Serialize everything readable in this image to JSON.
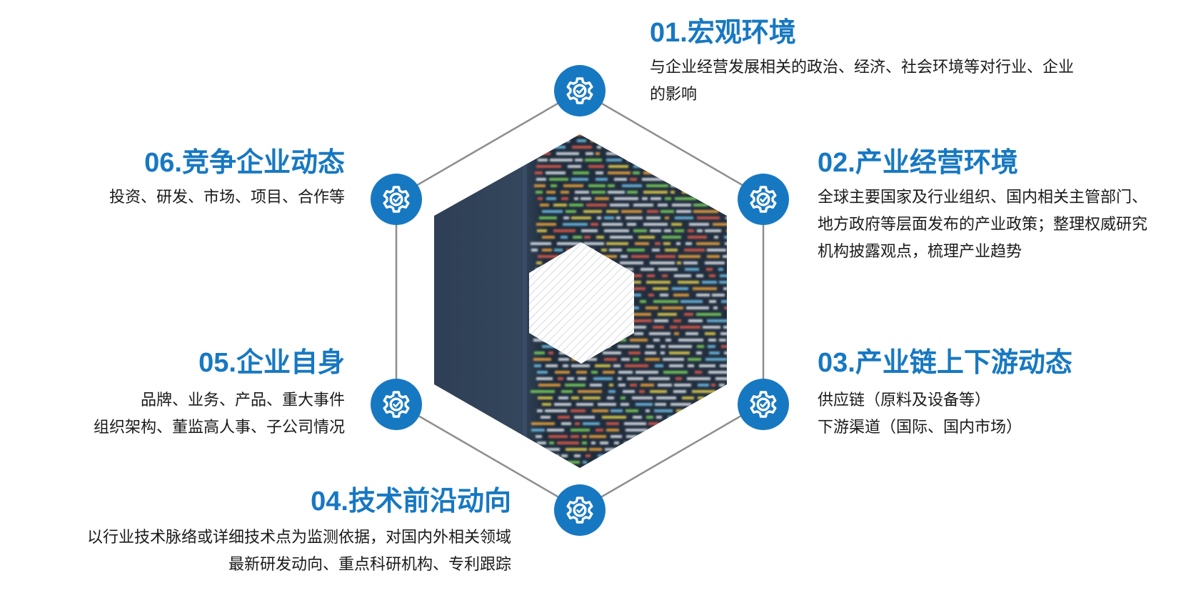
{
  "accent_color": "#1778c2",
  "node_icon": "gear-check-icon",
  "center_image": "code-screen-hexagon-image",
  "items": [
    {
      "num": "01.",
      "title": "宏观环境",
      "lines": [
        "与企业经营发展相关的政治、经济、社会环境等对行业、企业",
        "的影响"
      ]
    },
    {
      "num": "02.",
      "title": "产业经营环境",
      "lines": [
        "全球主要国家及行业组织、国内相关主管部门、",
        "地方政府等层面发布的产业政策；整理权威研究",
        "机构披露观点，梳理产业趋势"
      ]
    },
    {
      "num": "03.",
      "title": "产业链上下游动态",
      "lines": [
        "供应链（原料及设备等）",
        "下游渠道（国际、国内市场）"
      ]
    },
    {
      "num": "04.",
      "title": "技术前沿动向",
      "lines": [
        "以行业技术脉络或详细技术点为监测依据，对国内外相关领域",
        "最新研发动向、重点科研机构、专利跟踪"
      ]
    },
    {
      "num": "05.",
      "title": "企业自身",
      "lines": [
        "品牌、业务、产品、重大事件",
        "组织架构、董监高人事、子公司情况"
      ]
    },
    {
      "num": "06.",
      "title": "竞争企业动态",
      "lines": [
        "投资、研发、市场、项目、合作等"
      ]
    }
  ]
}
